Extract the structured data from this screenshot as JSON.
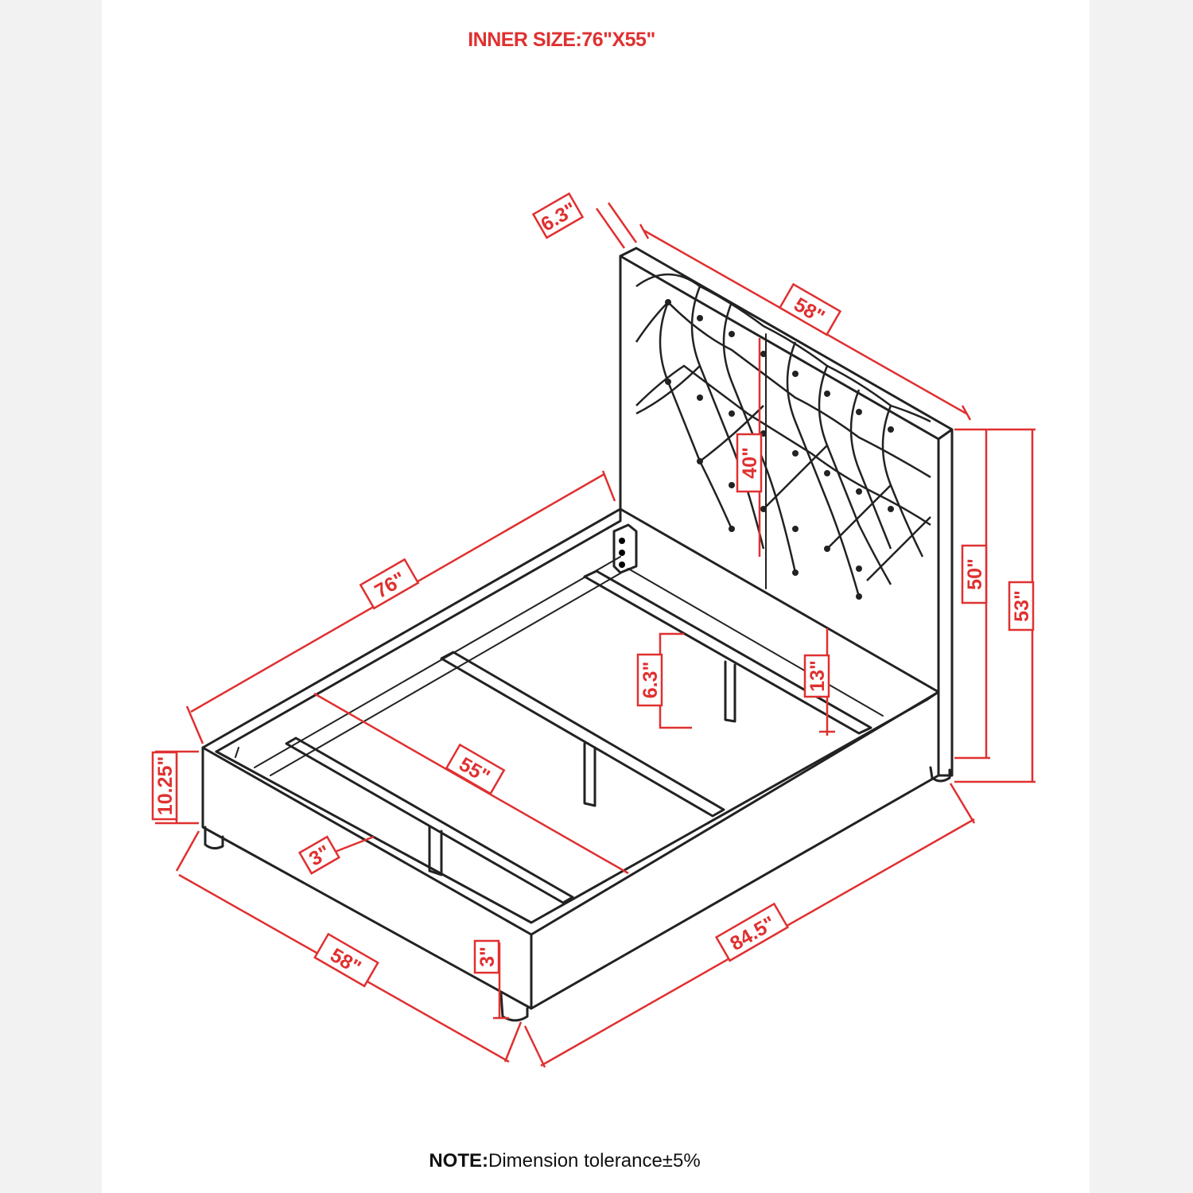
{
  "title": "INNER SIZE:76\"X55\"",
  "note": {
    "label": "NOTE:",
    "text": "Dimension tolerance±5%"
  },
  "dimensions": {
    "headboard_thickness": "6.3\"",
    "headboard_width": "58\"",
    "headboard_panel_height": "40\"",
    "headboard_height": "50\"",
    "overall_height": "53\"",
    "inner_length": "76\"",
    "inner_width": "55\"",
    "side_rail_height": "10.25\"",
    "slat_width": "3\"",
    "leg_height": "6.3\"",
    "support_height": "13\"",
    "footboard_leg": "3\"",
    "overall_width": "58\"",
    "overall_length": "84.5\""
  },
  "colors": {
    "dimension": "#e03030",
    "line": "#222222"
  }
}
